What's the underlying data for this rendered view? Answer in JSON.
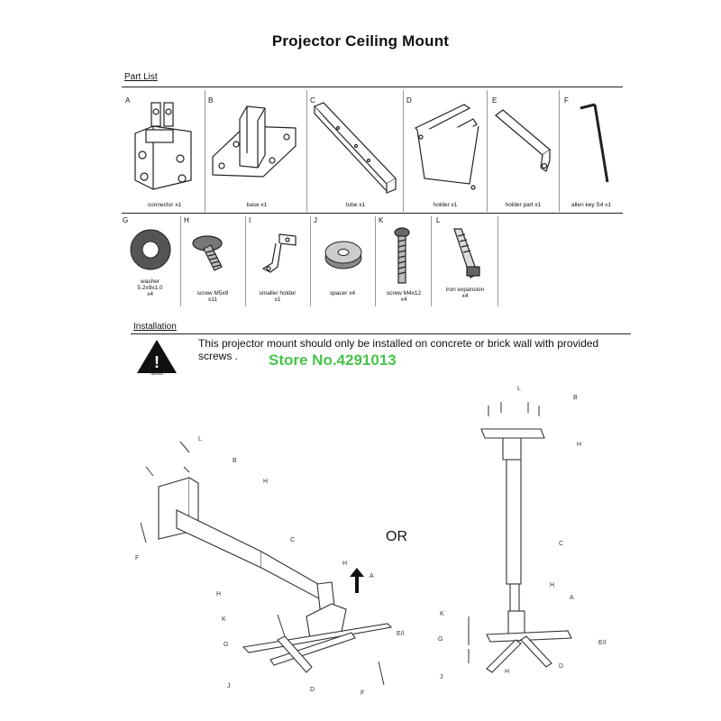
{
  "title": "Projector Ceiling Mount",
  "part_list_label": "Part List",
  "parts": [
    {
      "letter": "A",
      "caption": "connector  x1"
    },
    {
      "letter": "B",
      "caption": "base x1"
    },
    {
      "letter": "C",
      "caption": "tube  x1"
    },
    {
      "letter": "D",
      "caption": "holder x1"
    },
    {
      "letter": "E",
      "caption": "holder part  x1"
    },
    {
      "letter": "F",
      "caption": "allen key S4 x1"
    },
    {
      "letter": "G",
      "caption_lines": [
        "washer",
        "5.2x9x1.0",
        "x4"
      ]
    },
    {
      "letter": "H",
      "caption_lines": [
        "screw M5x8",
        "x11"
      ]
    },
    {
      "letter": "I",
      "caption_lines": [
        "smaller holder",
        "x1"
      ]
    },
    {
      "letter": "J",
      "caption": "spacer x4"
    },
    {
      "letter": "K",
      "caption_lines": [
        "screw M4x12",
        "x4"
      ]
    },
    {
      "letter": "L",
      "caption_lines": [
        "iron expansion",
        "x4"
      ]
    }
  ],
  "installation_label": "Installation",
  "notice_label": "Notice",
  "notice_text": "This projector mount should only be installed on concrete or brick wall with provided screws .",
  "watermark": "Store No.4291013",
  "or_label": "OR",
  "callouts": {
    "left": [
      "L",
      "B",
      "H",
      "C",
      "H",
      "A",
      "H",
      "K",
      "G",
      "E/I",
      "J",
      "D",
      "F",
      "F"
    ],
    "right": [
      "L",
      "B",
      "H",
      "C",
      "H",
      "A",
      "K",
      "G",
      "E/I",
      "J",
      "H",
      "D"
    ]
  }
}
